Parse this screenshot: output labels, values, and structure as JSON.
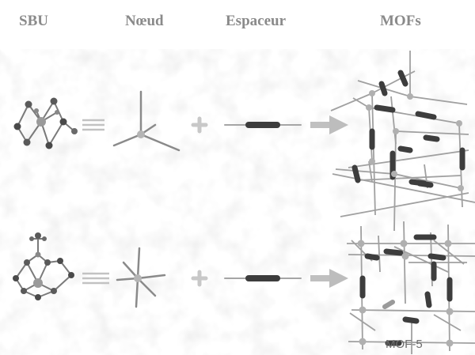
{
  "headers": {
    "sbu": "SBU",
    "noeud": "Nœud",
    "espaceur": "Espaceur",
    "mofs": "MOFs"
  },
  "labels": {
    "mof5": "MOF-5"
  },
  "colors": {
    "header_text": "#8a8a8a",
    "background_texture": "#ececec",
    "rod_dark": "#3d3d3d",
    "stick_gray": "#9a9a9a",
    "arrow_gray": "#bdbdbd",
    "plus_gray": "#c4c4c4",
    "atom_dark": "#4a4a4a"
  },
  "rows": [
    {
      "node_type": "tetrahedral-node",
      "sbu_type": "paddlewheel-cluster"
    },
    {
      "node_type": "octahedral-node",
      "sbu_type": "zn4o-cluster"
    }
  ]
}
